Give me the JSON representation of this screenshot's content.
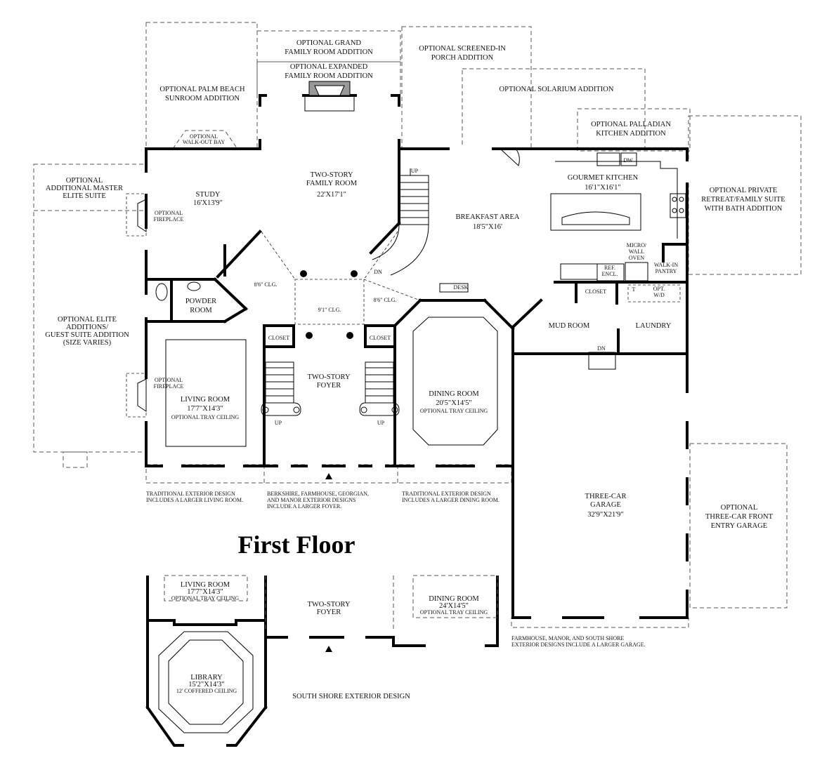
{
  "title": "First Floor",
  "optional_additions": {
    "grand_family_room": "OPTIONAL GRAND\nFAMILY ROOM ADDITION",
    "expanded_family_room": "OPTIONAL EXPANDED\nFAMILY ROOM ADDITION",
    "screened_in_porch": "OPTIONAL SCREENED-IN\nPORCH ADDITION",
    "solarium": "OPTIONAL SOLARIUM ADDITION",
    "palm_beach_sunroom": "OPTIONAL PALM BEACH\nSUNROOM ADDITION",
    "palladian_kitchen": "OPTIONAL PALLADIAN\nKITCHEN ADDITION",
    "walk_out_bay": "OPTIONAL\nWALK-OUT BAY",
    "master_elite_suite": "OPTIONAL\nADDITIONAL MASTER\nELITE SUITE",
    "private_retreat": "OPTIONAL PRIVATE\nRETREAT/FAMILY SUITE\nWITH BATH ADDITION",
    "elite_additions": "OPTIONAL ELITE\nADDITIONS/\nGUEST SUITE ADDITION\n(SIZE VARIES)",
    "front_entry_garage": "OPTIONAL\nTHREE-CAR FRONT\nENTRY GARAGE",
    "fireplace_study": "OPTIONAL\nFIREPLACE",
    "fireplace_living": "OPTIONAL\nFIREPLACE"
  },
  "rooms": {
    "family_room": {
      "name": "TWO-STORY\nFAMILY ROOM",
      "size": "22'X17'1\""
    },
    "study": {
      "name": "STUDY",
      "size": "16'X13'9\""
    },
    "breakfast_area": {
      "name": "BREAKFAST AREA",
      "size": "18'5\"X16'"
    },
    "gourmet_kitchen": {
      "name": "GOURMET KITCHEN",
      "size": "16'1\"X16'1\""
    },
    "powder_room": {
      "name": "POWDER\nROOM"
    },
    "living_room": {
      "name": "LIVING ROOM",
      "size": "17'7\"X14'3\"",
      "note": "OPTIONAL TRAY CEILING"
    },
    "foyer": {
      "name": "TWO-STORY\nFOYER"
    },
    "dining_room": {
      "name": "DINING ROOM",
      "size": "20'5\"X14'5\"",
      "note": "OPTIONAL TRAY CEILING"
    },
    "mud_room": {
      "name": "MUD ROOM"
    },
    "laundry": {
      "name": "LAUNDRY"
    },
    "garage": {
      "name": "THREE-CAR\nGARAGE",
      "size": "32'9\"X21'9\""
    },
    "closet_mud": "CLOSET",
    "closet_left": "CLOSET",
    "closet_right": "CLOSET",
    "walk_in_pantry": "WALK-IN\nPANTRY",
    "micro_wall_oven": "MICRO/\nWALL\nOVEN",
    "ref_encl": "REF.\nENCL.",
    "dw": "DW",
    "desk": "DESK",
    "t": "T",
    "opt_wd": "OPT.\nW/D"
  },
  "ceilings": {
    "left": "8'6\" CLG.",
    "center": "9'1\" CLG.",
    "right": "8'6\" CLG."
  },
  "stairs": {
    "up_main": "UP",
    "dn_main": "DN",
    "up_left": "UP",
    "up_right": "UP",
    "dn_garage": "DN"
  },
  "notes": {
    "traditional_living": "TRADITIONAL EXTERIOR DESIGN\nINCLUDES A LARGER LIVING ROOM.",
    "berkshire": "BERKSHIRE, FARMHOUSE, GEORGIAN,\nAND MANOR EXTERIOR DESIGNS\nINCLUDE A LARGER FOYER.",
    "traditional_dining": "TRADITIONAL EXTERIOR DESIGN\nINCLUDES A LARGER DINING ROOM.",
    "farmhouse_garage": "FARMHOUSE, MANOR, AND SOUTH SHORE\nEXTERIOR DESIGNS INCLUDE A LARGER GARAGE."
  },
  "south_shore": {
    "label": "SOUTH SHORE EXTERIOR DESIGN",
    "living_room": {
      "name": "LIVING ROOM",
      "size": "17'7\"X14'3\"",
      "note": "OPTIONAL TRAY CEILING"
    },
    "foyer": {
      "name": "TWO-STORY\nFOYER"
    },
    "dining_room": {
      "name": "DINING ROOM",
      "size": "24'X14'5\"",
      "note": "OPTIONAL TRAY CEILING"
    },
    "library": {
      "name": "LIBRARY",
      "size": "15'2\"X14'3\"",
      "note": "12' COFFERED CEILING"
    }
  }
}
